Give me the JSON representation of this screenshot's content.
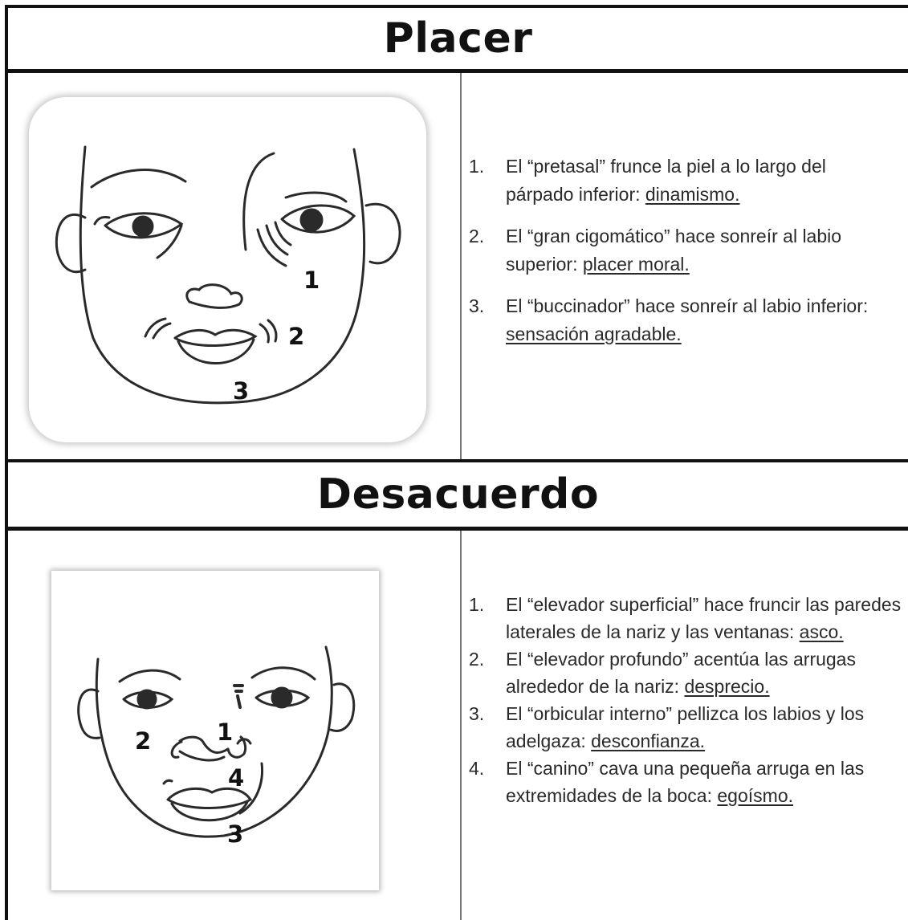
{
  "sections": [
    {
      "title": "Placer",
      "callouts": [
        "1",
        "2",
        "3"
      ],
      "items": [
        {
          "num": "1.",
          "text": "El “pretasal” frunce la piel a lo largo del párpado inferior: ",
          "emphasis": "dinamismo."
        },
        {
          "num": "2.",
          "text": "El “gran cigomático” hace sonreír al labio superior: ",
          "emphasis": "placer moral."
        },
        {
          "num": "3.",
          "text": "El “buccinador” hace sonreír al labio inferior: ",
          "emphasis": "sensación agradable."
        }
      ]
    },
    {
      "title": "Desacuerdo",
      "callouts": [
        "1",
        "2",
        "3",
        "4"
      ],
      "items": [
        {
          "num": "1.",
          "text": "El “elevador superficial” hace fruncir las paredes laterales de la nariz y las ventanas: ",
          "emphasis": "asco."
        },
        {
          "num": "2.",
          "text": "El “elevador profundo” acentúa las arrugas alrededor de la nariz: ",
          "emphasis": "desprecio."
        },
        {
          "num": "3.",
          "text": "El “orbicular interno” pellizca los labios y los adelgaza: ",
          "emphasis": "desconfianza."
        },
        {
          "num": "4.",
          "text": "El “canino” cava una pequeña arruga en las extremidades de la boca: ",
          "emphasis": "egoísmo."
        }
      ]
    }
  ]
}
